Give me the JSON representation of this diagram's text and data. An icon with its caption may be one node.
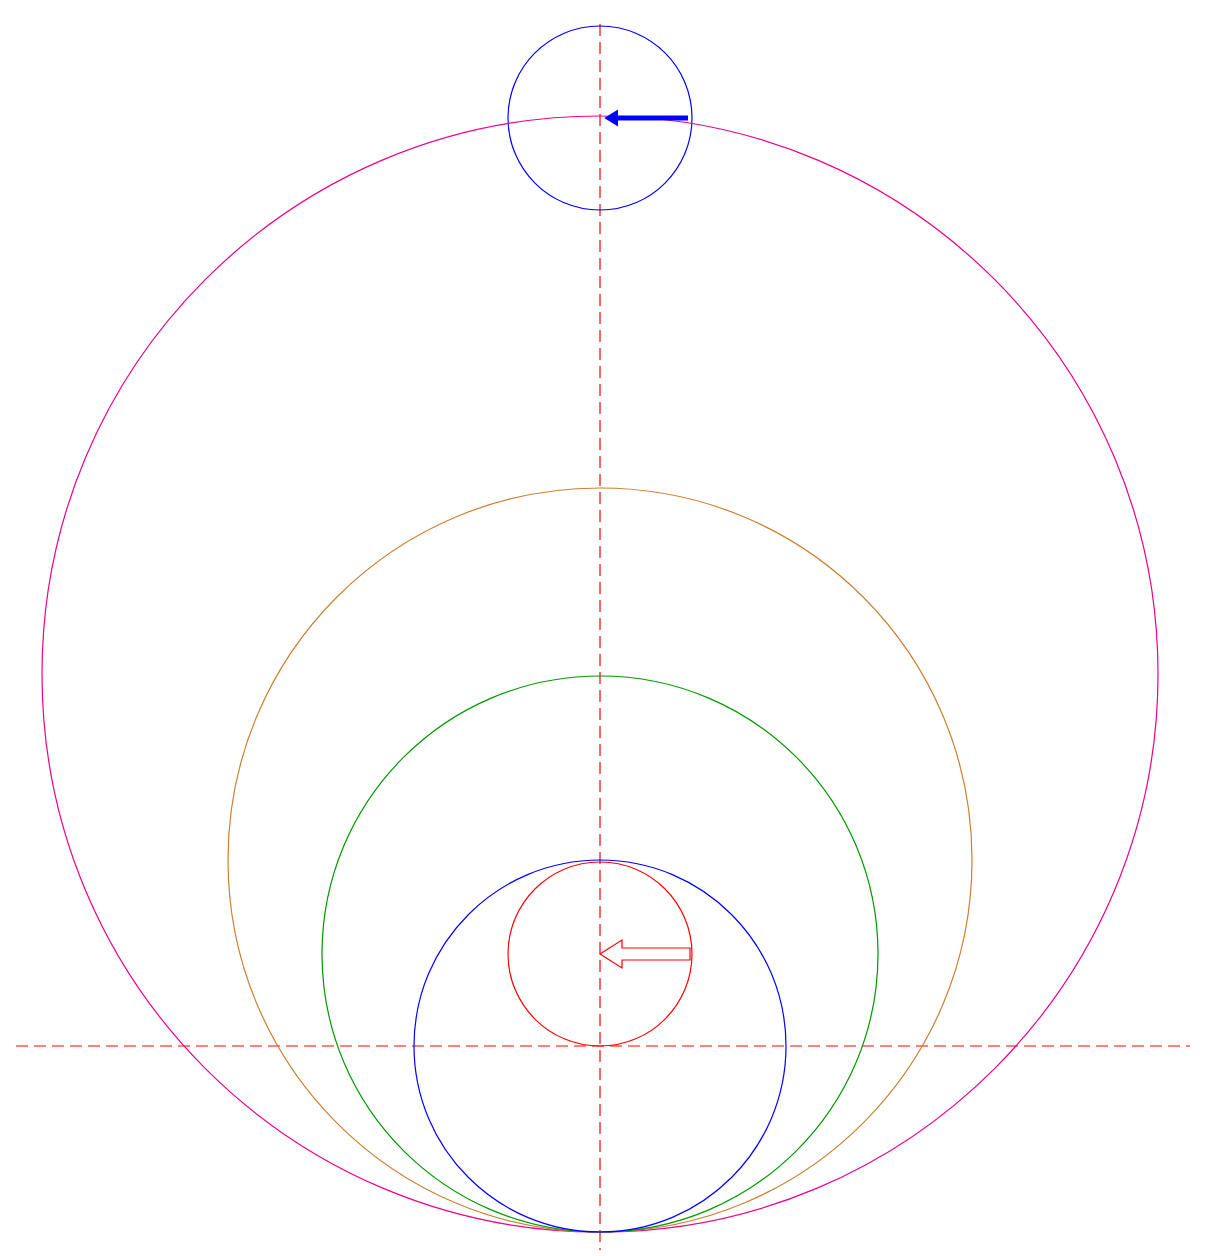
{
  "diagram": {
    "nodes": [
      {
        "text": [],
        "shape": "circle"
      },
      {
        "text": [],
        "shape": "circle"
      },
      {
        "text": [],
        "shape": "circle",
        "in": 1
      },
      {
        "text": [],
        "shape": "circle",
        "in": 2
      },
      {
        "text": [],
        "shape": "circle",
        "in": 3
      },
      {
        "text": [],
        "shape": "circle",
        "in": 4
      }
    ]
  }
}
